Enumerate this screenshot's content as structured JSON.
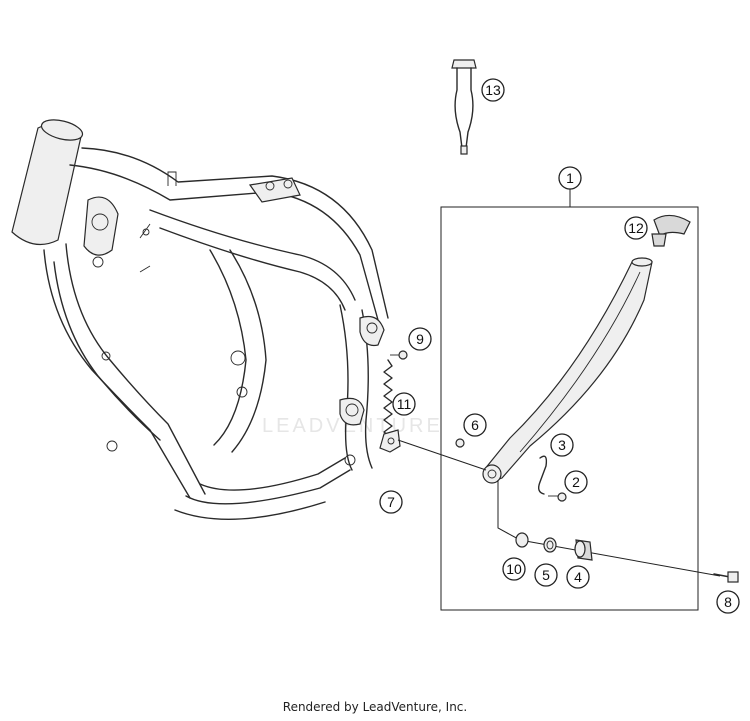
{
  "watermark": "LEADVENTURE",
  "footer": "Rendered by LeadVenture, Inc.",
  "callouts": [
    {
      "id": "1",
      "label": "1"
    },
    {
      "id": "2",
      "label": "2"
    },
    {
      "id": "3",
      "label": "3"
    },
    {
      "id": "4",
      "label": "4"
    },
    {
      "id": "5",
      "label": "5"
    },
    {
      "id": "6",
      "label": "6"
    },
    {
      "id": "7",
      "label": "7"
    },
    {
      "id": "8",
      "label": "8"
    },
    {
      "id": "9",
      "label": "9"
    },
    {
      "id": "10",
      "label": "10"
    },
    {
      "id": "11",
      "label": "11"
    },
    {
      "id": "12",
      "label": "12"
    },
    {
      "id": "13",
      "label": "13"
    }
  ]
}
